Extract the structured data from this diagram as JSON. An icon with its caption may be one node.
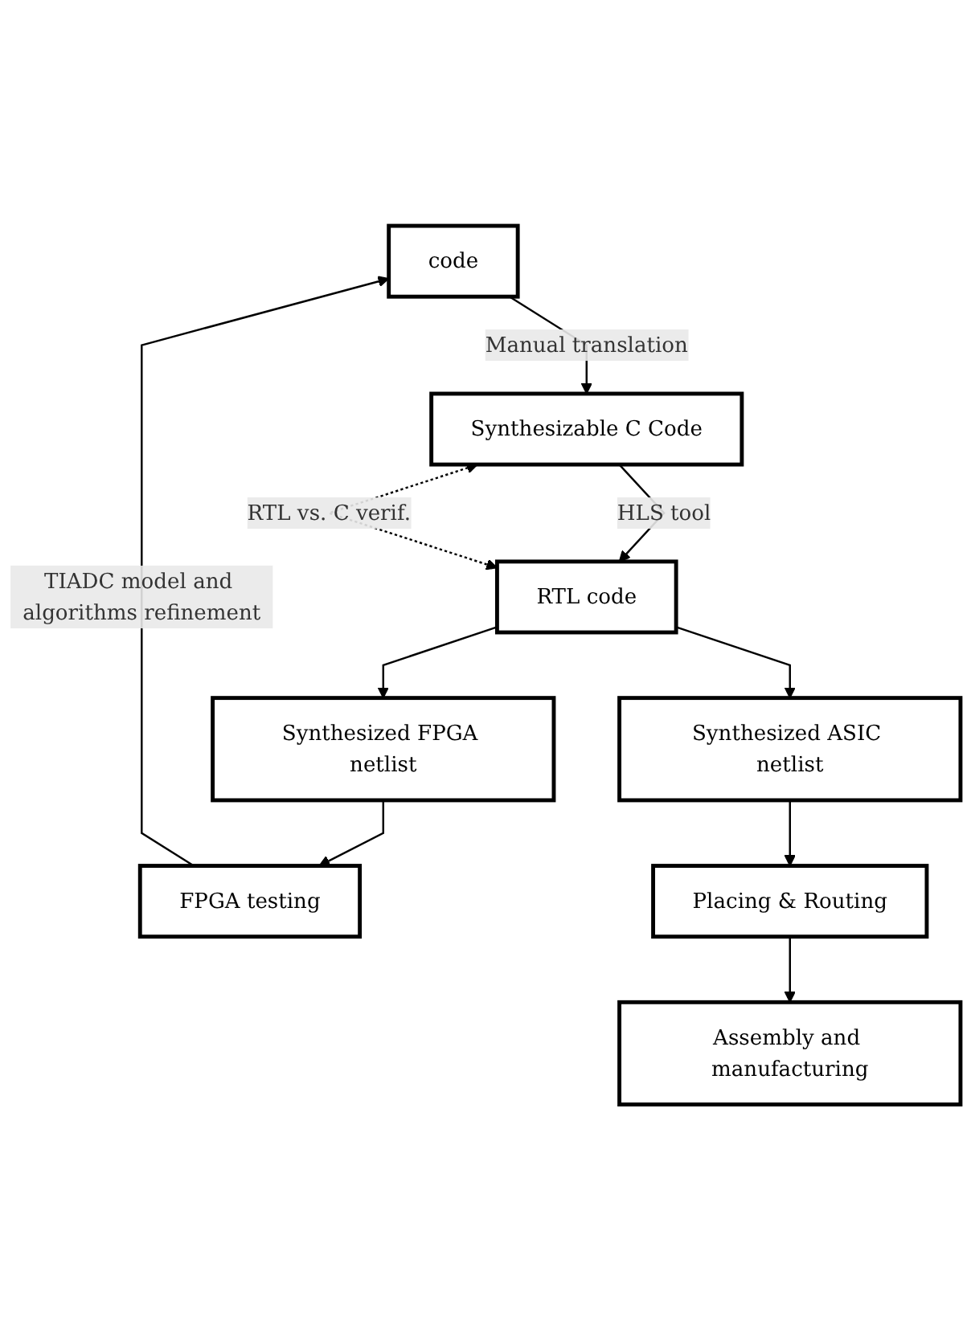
{
  "diagram": {
    "nodes": [
      {
        "text": [
          "code"
        ]
      },
      {
        "text": [
          "Synthesizable C Code"
        ]
      },
      {
        "text": [
          "RTL code"
        ]
      },
      {
        "text": [
          "Synthesized FPGA netlist"
        ]
      },
      {
        "text": [
          "FPGA testing"
        ]
      },
      {
        "text": [
          "Synthesized ASIC netlist"
        ]
      },
      {
        "text": [
          "Placing & Routing"
        ]
      },
      {
        "text": [
          "Assembly and manufacturing"
        ]
      }
    ],
    "edges": [
      {
        "from": 0,
        "to": 1,
        "arrow": "to",
        "label": "Manual translation"
      },
      {
        "from": 1,
        "to": 2,
        "arrow": "to",
        "label": "HLS tool"
      },
      {
        "from": 1,
        "to": 2,
        "arrow": "both",
        "label": "RTL vs. C verif.",
        "style": "dashed"
      },
      {
        "from": 2,
        "to": 3,
        "arrow": "to"
      },
      {
        "from": 2,
        "to": 5,
        "arrow": "to"
      },
      {
        "from": 3,
        "to": 4,
        "arrow": "to"
      },
      {
        "from": 5,
        "to": 6,
        "arrow": "to"
      },
      {
        "from": 6,
        "to": 7,
        "arrow": "to"
      },
      {
        "from": 4,
        "to": 0,
        "arrow": "to",
        "label": "TIADC model and algorithms refinement"
      }
    ]
  }
}
